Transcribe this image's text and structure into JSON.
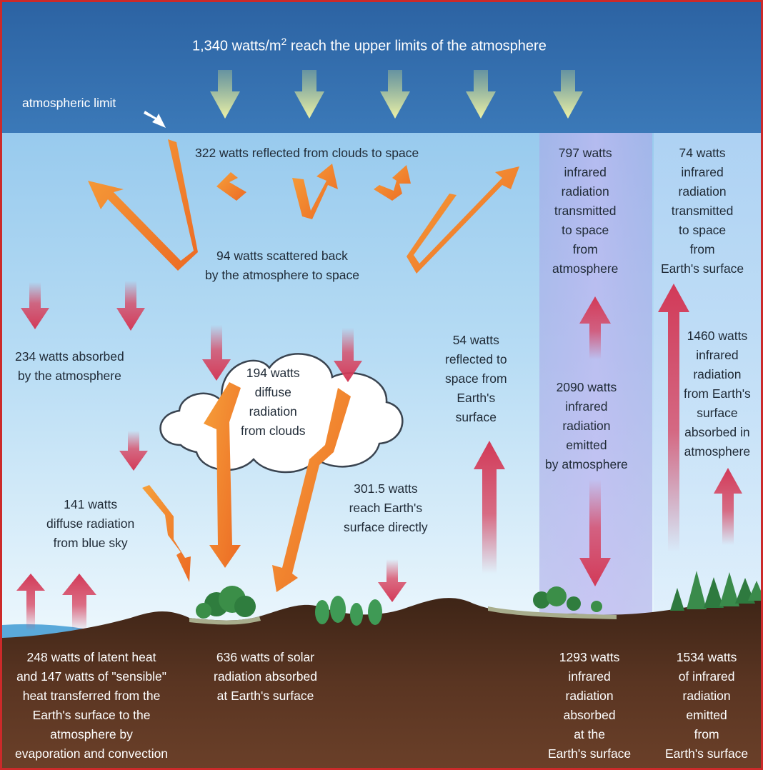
{
  "diagram": {
    "header": {
      "incoming_prefix": "1,340 watts/m",
      "incoming_superscript": "2",
      "incoming_suffix": " reach the upper limits of the atmosphere",
      "atmospheric_limit": "atmospheric limit"
    },
    "labels": {
      "reflected_clouds": [
        "322 watts reflected from clouds to space"
      ],
      "scattered_back": [
        "94 watts scattered back",
        "by the atmosphere to space"
      ],
      "absorbed_atmosphere": [
        "234 watts absorbed",
        "by the atmosphere"
      ],
      "diffuse_clouds": [
        "194 watts",
        "diffuse",
        "radiation",
        "from clouds"
      ],
      "diffuse_sky": [
        "141 watts",
        "diffuse radiation",
        "from blue sky"
      ],
      "direct_surface": [
        "301.5 watts",
        "reach Earth's",
        "surface directly"
      ],
      "reflected_surface": [
        "54 watts",
        "reflected to",
        "space from",
        "Earth's",
        "surface"
      ],
      "ir_from_atmosphere": [
        "797 watts",
        "infrared",
        "radiation",
        "transmitted",
        "to space",
        "from",
        "atmosphere"
      ],
      "ir_from_surface": [
        "74 watts",
        "infrared",
        "radiation",
        "transmitted",
        "to space",
        "from",
        "Earth's surface"
      ],
      "ir_emitted_atmosphere": [
        "2090 watts",
        "infrared",
        "radiation",
        "emitted",
        "by atmosphere"
      ],
      "ir_absorbed_in_atmosphere": [
        "1460 watts",
        "infrared",
        "radiation",
        "from Earth's",
        "surface",
        "absorbed in",
        "atmosphere"
      ],
      "latent_heat": [
        "248 watts of latent heat",
        "and 147 watts of \"sensible\"",
        "heat transferred from the",
        "Earth's surface to the",
        "atmosphere by",
        "evaporation and convection"
      ],
      "solar_absorbed": [
        "636 watts of solar",
        "radiation absorbed",
        "at Earth's surface"
      ],
      "ir_absorbed_surface": [
        "1293 watts",
        "infrared",
        "radiation",
        "absorbed",
        "at the",
        "Earth's surface"
      ],
      "ir_emitted_surface": [
        "1534 watts",
        "of infrared",
        "radiation",
        "emitted",
        "from",
        "Earth's surface"
      ]
    },
    "colors": {
      "space": "#2e67a6",
      "sky_top": "#8cc3ec",
      "sky_bottom": "#eaf6fd",
      "ir_band": "#b9b4ec",
      "ground": "#4a2c1c",
      "solar_arrow": "#f0812a",
      "ir_arrow": "#d8405c",
      "incoming_arrow": "#e7ee9e",
      "frame": "#cc2a2a"
    }
  }
}
